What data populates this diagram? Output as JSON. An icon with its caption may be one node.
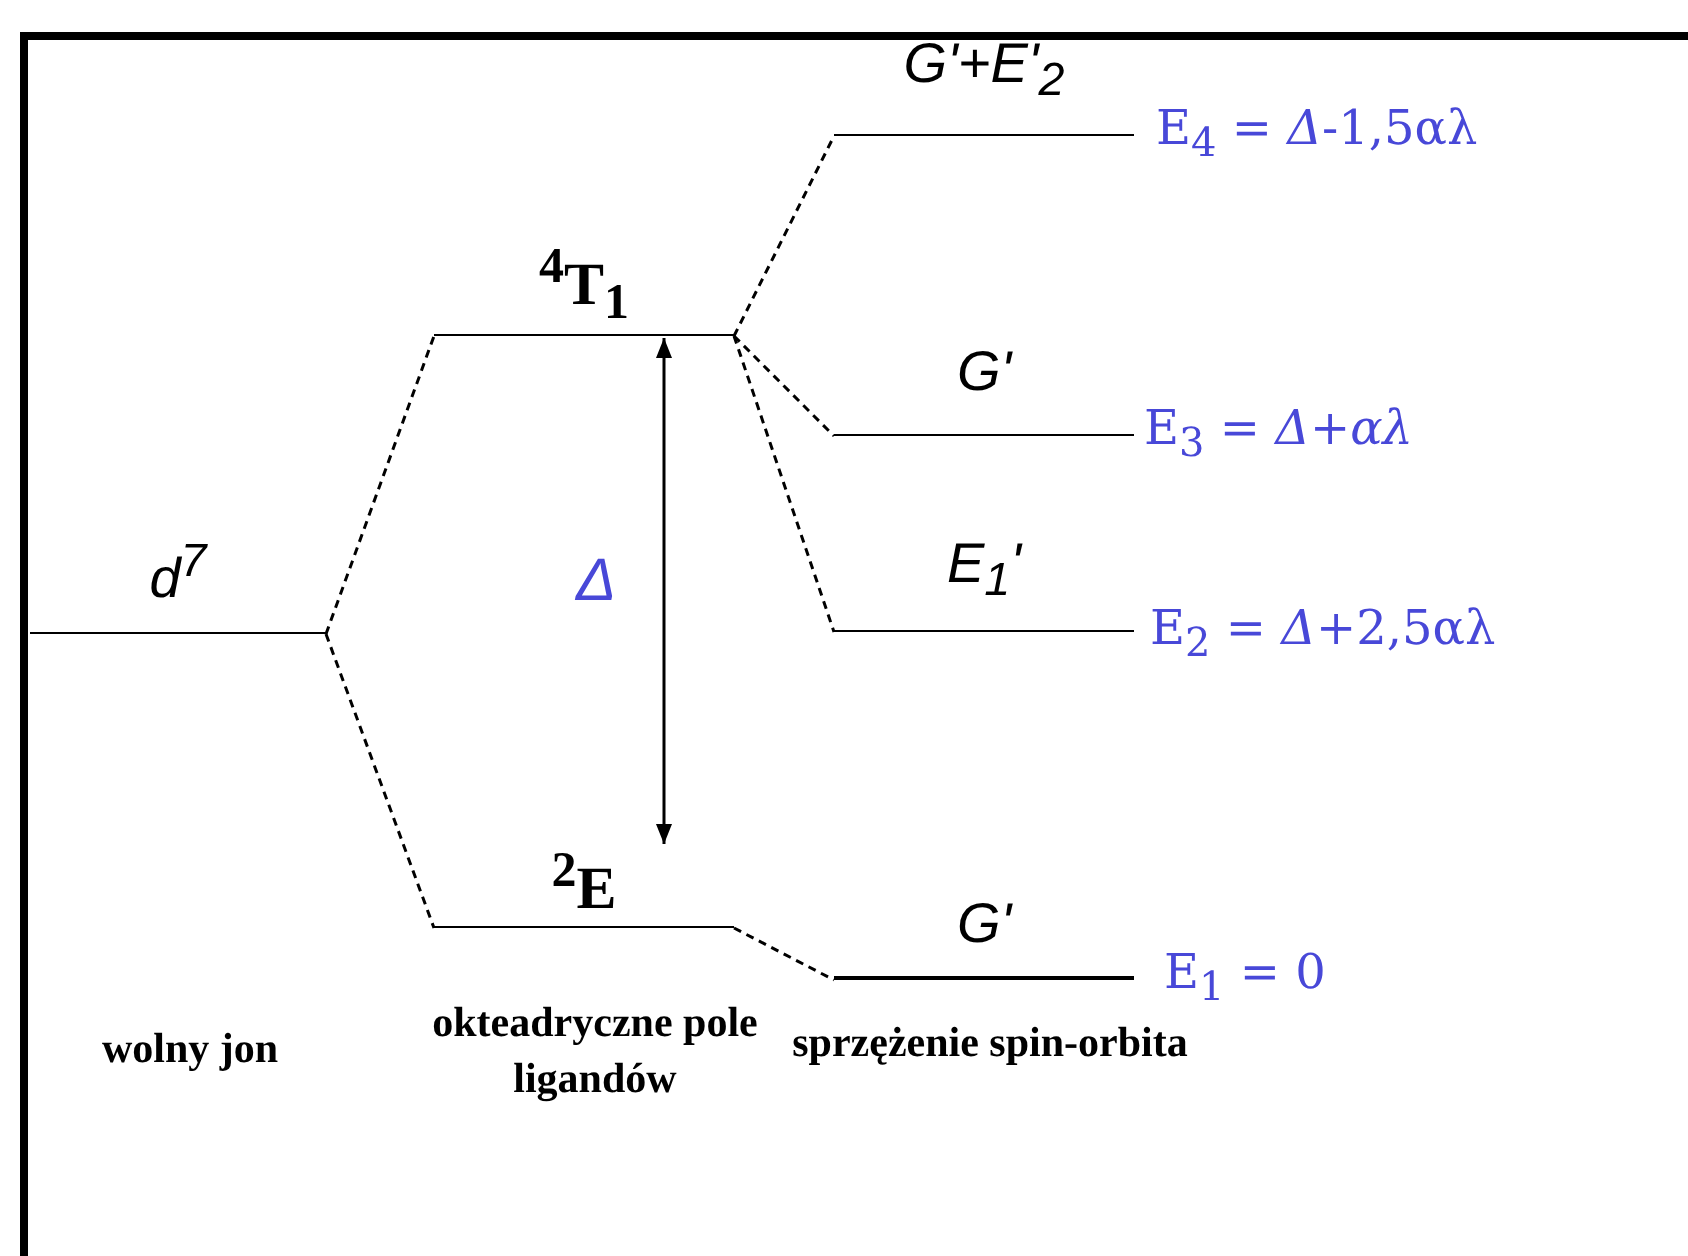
{
  "diagram": {
    "nodes": [
      {
        "text": [
          "d$^{7}$"
        ]
      },
      {
        "text": [
          "$^{4}$T$_{1}$"
        ]
      },
      {
        "text": [
          "$^{2}$E"
        ]
      },
      {
        "text": [
          "G'+E'$_{2}$"
        ],
        "beside": [
          "E$_{4}$ = *Δ*-1,5αλ"
        ]
      },
      {
        "text": [
          "G'"
        ],
        "beside": [
          "E$_{3}$ = *Δ*+*αλ*"
        ]
      },
      {
        "text": [
          "E$_{1}$'"
        ],
        "beside": [
          "E$_{2}$ = *Δ*+2,5αλ"
        ]
      },
      {
        "text": [
          "G'"
        ],
        "beside": [
          "E$_{1}$ = 0"
        ]
      }
    ],
    "edges": [
      {
        "from": 0,
        "to": 1,
        "arrow": "none",
        "style": "dashed"
      },
      {
        "from": 0,
        "to": 2,
        "arrow": "none",
        "style": "dashed"
      },
      {
        "from": 1,
        "to": 3,
        "arrow": "none",
        "style": "dashed"
      },
      {
        "from": 1,
        "to": 4,
        "arrow": "none",
        "style": "dashed"
      },
      {
        "from": 1,
        "to": 5,
        "arrow": "none",
        "style": "dashed"
      },
      {
        "from": 1,
        "to": 2,
        "arrow": "both",
        "label": "Δ"
      },
      {
        "from": 2,
        "to": 6,
        "arrow": "none",
        "style": "dashed"
      }
    ],
    "labels": [
      "wolny jon",
      "okteadryczne pole ligandów",
      "sprzężenie spin-orbita"
    ]
  }
}
